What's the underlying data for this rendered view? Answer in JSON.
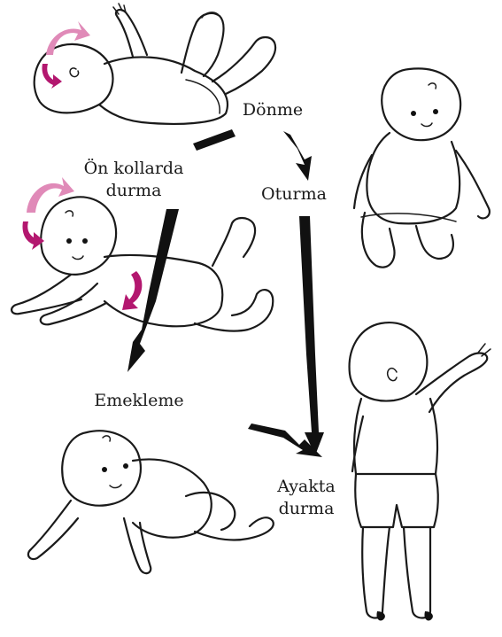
{
  "labels": {
    "donme": "Dönme",
    "on_kollarda_line1": "Ön kollarda",
    "on_kollarda_line2": "durma",
    "oturma": "Oturma",
    "emekleme": "Emekleme",
    "ayakta_line1": "Ayakta",
    "ayakta_line2": "durma"
  },
  "colors": {
    "arrow_dark": "#b3176f",
    "arrow_light": "#e08ab8",
    "ink": "#111111"
  }
}
